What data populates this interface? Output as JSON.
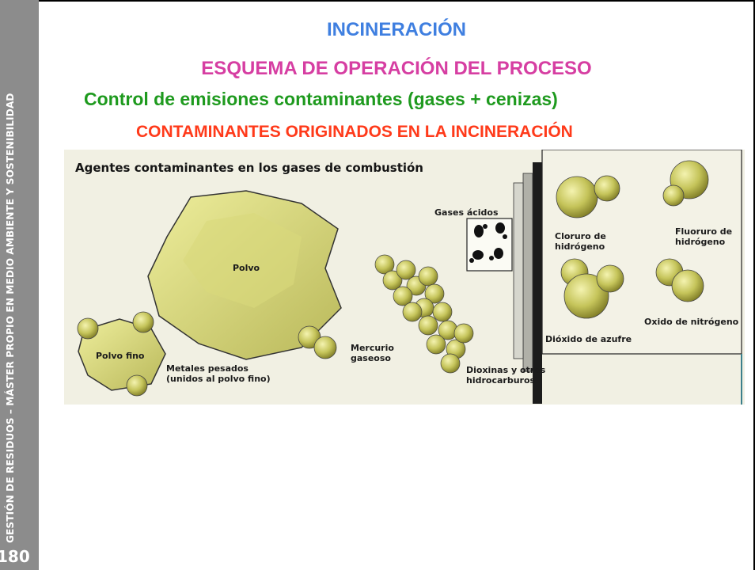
{
  "sidebar": {
    "vertical_text": "GESTIÓN DE RESIDUOS – MÁSTER PROPIO EN MEDIO AMBIENTE Y SOSTENIBILIDAD",
    "page_number": "180"
  },
  "slide": {
    "title": "INCINERACIÓN",
    "subtitle": "ESQUEMA DE OPERACIÓN DEL PROCESO",
    "section": "Control de emisiones contaminantes (gases + cenizas)",
    "subsection": "CONTAMINANTES ORIGINADOS EN LA INCINERACIÓN"
  },
  "figure": {
    "title": "Agentes contaminantes en los gases de combustión",
    "labels": {
      "polvo": "Polvo",
      "polvo_fino": "Polvo fino",
      "metales_line1": "Metales pesados",
      "metales_line2": "(unidos al polvo fino)",
      "mercurio_line1": "Mercurio",
      "mercurio_line2": "gaseoso",
      "dioxinas_line1": "Dioxinas y otros",
      "dioxinas_line2": "hidrocarburos",
      "gases_acidos": "Gases ácidos",
      "cloruro_line1": "Cloruro de",
      "cloruro_line2": "hidrógeno",
      "fluoruro_line1": "Fluoruro de",
      "fluoruro_line2": "hidrógeno",
      "oxido_nitrogeno": "Oxido de nitrógeno",
      "dioxido_azufre": "Dióxido de azufre"
    }
  }
}
